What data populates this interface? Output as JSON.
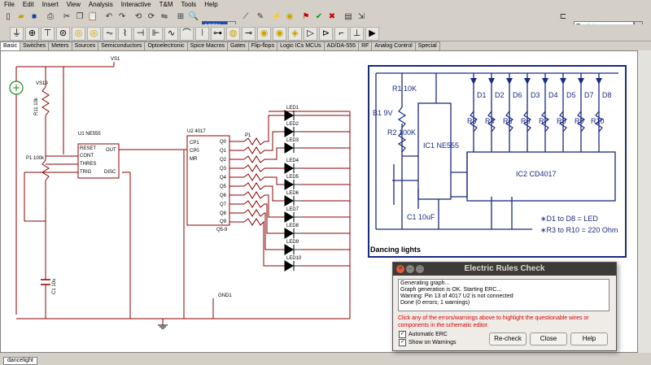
{
  "menu": [
    "File",
    "Edit",
    "Insert",
    "View",
    "Analysis",
    "Interactive",
    "T&M",
    "Tools",
    "Help"
  ],
  "toolbar": {
    "zoom_value": "100%",
    "component_select": "Resistor"
  },
  "tabs": [
    "Basic",
    "Switches",
    "Meters",
    "Sources",
    "Semiconductors",
    "Optoelectronic",
    "Spice Macros",
    "Gates",
    "Flip-flops",
    "Logic ICs MCUs",
    "AD/DA-555",
    "RF",
    "Analog Control",
    "Special"
  ],
  "schematic": {
    "vs1": "VS1",
    "vs19": "VS19",
    "r11": "R11 10k",
    "p1": "P1 100k",
    "c1": "C1 10u",
    "u1": "U1 NE555",
    "u1_pins": {
      "reset": "RESET",
      "cont": "CONT",
      "thres": "THRES",
      "trig": "TRIG",
      "out": "OUT",
      "disc": "DISC"
    },
    "u2": "U2 4017",
    "u2_pins": {
      "cp1": "CP1",
      "cp0": "CP0",
      "mr": "MR",
      "q0": "Q0",
      "q1": "Q1",
      "q2": "Q2",
      "q3": "Q3",
      "q4": "Q4",
      "q5": "Q5",
      "q6": "Q6",
      "q7": "Q7",
      "q8": "Q8",
      "q9": "Q9",
      "q59": "Q5-9"
    },
    "rnet": "P1",
    "leds": [
      "LED1",
      "LED2",
      "LED3",
      "LED4",
      "LED5",
      "LED6",
      "LED7",
      "LED8",
      "LED9",
      "LED10"
    ],
    "gnd1": "GND1"
  },
  "photo": {
    "caption": "Dancing lights",
    "battery": "B1 9V",
    "r1": "R1 10K",
    "r2": "R2 100K",
    "ic1": "IC1 NE555",
    "ic2": "IC2 CD4017",
    "c1": "C1 10uF",
    "diodes": [
      "D1",
      "D2",
      "D6",
      "D3",
      "D4",
      "D5",
      "D7",
      "D8"
    ],
    "resistors": [
      "R3",
      "R4",
      "R5",
      "R6",
      "R7",
      "R8",
      "R9",
      "R10"
    ],
    "note1": "∗D1 to D8 = LED",
    "note2": "∗R3 to R10 = 220 Ohm"
  },
  "dialog": {
    "title": "Electric Rules Check",
    "log": [
      "Generating graph...",
      "Graph generation is OK. Starting ERC...",
      "Warning: Pin 13 of 4017 U2 is not connected",
      "Done (0 errors; 1 warnings)"
    ],
    "hint": "Click any of the errors/warnings above to highlight the questionable wires or components in the schematic editor.",
    "auto_erc": "Automatic ERC",
    "show_warnings": "Show on Warnings",
    "recheck": "Re-check",
    "close": "Close",
    "help": "Help"
  },
  "sheet_tab": "dancelight"
}
